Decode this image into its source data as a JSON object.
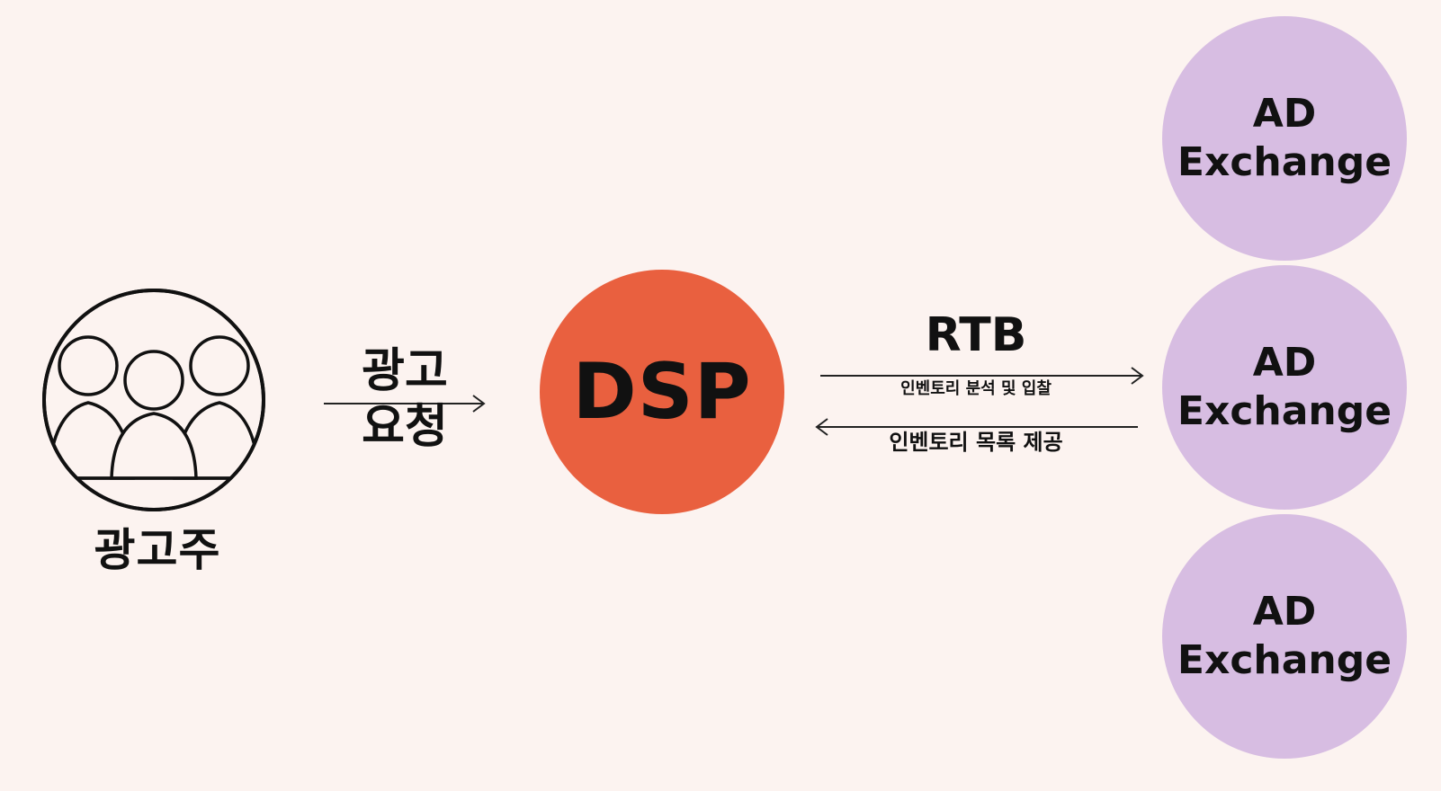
{
  "advertiser": {
    "label": "광고주",
    "icon": "users-group-icon"
  },
  "request": {
    "line1": "광고",
    "line2": "요청"
  },
  "dsp": {
    "label": "DSP",
    "color": "#e9603f"
  },
  "rtb": {
    "title": "RTB",
    "forward_label": "인벤토리 분석 및 입찰",
    "backward_label": "인벤토리 목록 제공"
  },
  "exchanges": [
    {
      "line1": "AD",
      "line2": "Exchange"
    },
    {
      "line1": "AD",
      "line2": "Exchange"
    },
    {
      "line1": "AD",
      "line2": "Exchange"
    }
  ],
  "colors": {
    "background": "#fcf3f0",
    "exchange": "#d7bde2"
  }
}
